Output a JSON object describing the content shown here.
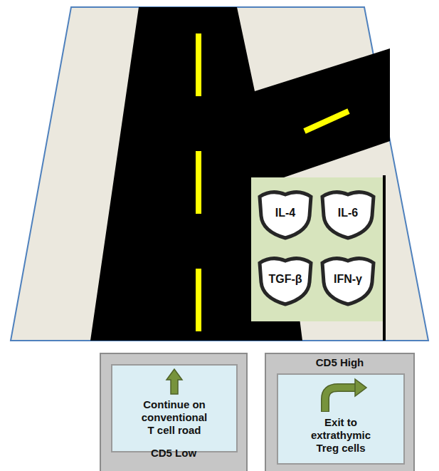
{
  "diagram": {
    "nodes": [
      {
        "text": [
          "IL-4"
        ]
      },
      {
        "text": [
          "IL-6"
        ]
      },
      {
        "text": [
          "TGF-β"
        ]
      },
      {
        "text": [
          "IFN-γ"
        ]
      },
      {
        "text": [
          "CD5 Low"
        ]
      },
      {
        "text": [
          "Continue on conventional T cell road"
        ],
        "in": 4
      },
      {
        "text": [
          "CD5 High"
        ]
      },
      {
        "text": [
          "Exit to extrathymic Treg cells"
        ],
        "in": 6
      }
    ]
  }
}
